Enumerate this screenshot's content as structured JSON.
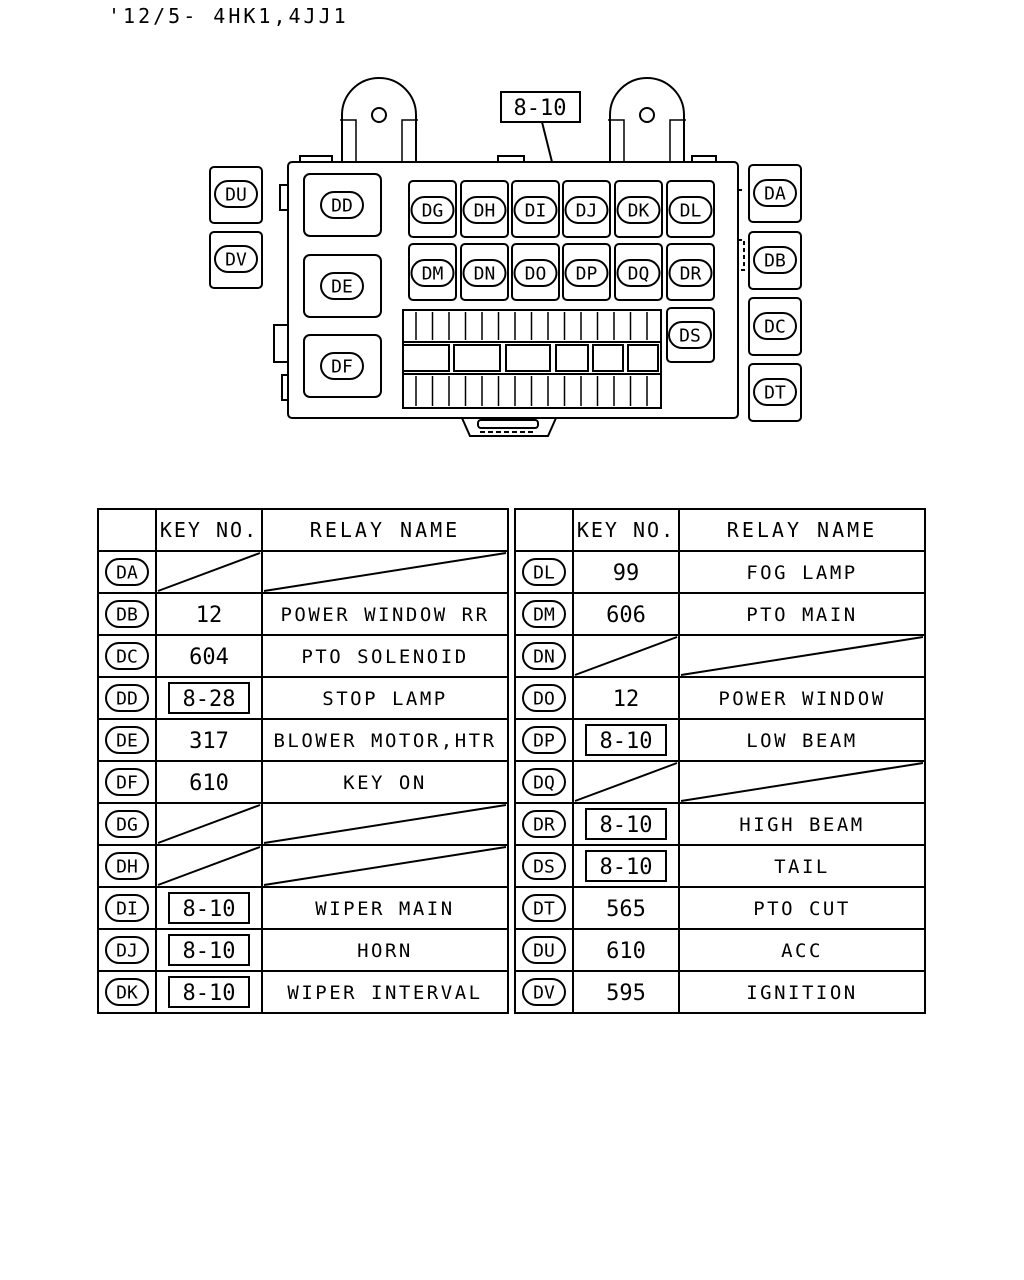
{
  "header": {
    "code": "'12/5- 4HK1,4JJ1"
  },
  "box_callout": "8-10",
  "relays_on_box": {
    "top_row": [
      "DG",
      "DH",
      "DI",
      "DJ",
      "DK",
      "DL"
    ],
    "middle_row": [
      "DM",
      "DN",
      "DO",
      "DP",
      "DQ",
      "DR"
    ],
    "left_column": [
      "DD",
      "DE",
      "DF"
    ],
    "right_inside": [
      "DS"
    ],
    "outside_left": [
      "DU",
      "DV"
    ],
    "outside_right": [
      "DA",
      "DB",
      "DC",
      "DT"
    ]
  },
  "table": {
    "headers": {
      "key_no": "KEY NO.",
      "relay_name": "RELAY NAME"
    },
    "left": [
      {
        "code": "DA",
        "key": "",
        "key_ref": false,
        "name": "",
        "empty": true
      },
      {
        "code": "DB",
        "key": "12",
        "key_ref": false,
        "name": "POWER WINDOW RR",
        "empty": false
      },
      {
        "code": "DC",
        "key": "604",
        "key_ref": false,
        "name": "PTO SOLENOID",
        "empty": false
      },
      {
        "code": "DD",
        "key": "8-28",
        "key_ref": true,
        "name": "STOP LAMP",
        "empty": false
      },
      {
        "code": "DE",
        "key": "317",
        "key_ref": false,
        "name": "BLOWER MOTOR,HTR",
        "empty": false
      },
      {
        "code": "DF",
        "key": "610",
        "key_ref": false,
        "name": "KEY ON",
        "empty": false
      },
      {
        "code": "DG",
        "key": "",
        "key_ref": false,
        "name": "",
        "empty": true
      },
      {
        "code": "DH",
        "key": "",
        "key_ref": false,
        "name": "",
        "empty": true
      },
      {
        "code": "DI",
        "key": "8-10",
        "key_ref": true,
        "name": "WIPER MAIN",
        "empty": false
      },
      {
        "code": "DJ",
        "key": "8-10",
        "key_ref": true,
        "name": "HORN",
        "empty": false
      },
      {
        "code": "DK",
        "key": "8-10",
        "key_ref": true,
        "name": "WIPER INTERVAL",
        "empty": false
      }
    ],
    "right": [
      {
        "code": "DL",
        "key": "99",
        "key_ref": false,
        "name": "FOG LAMP",
        "empty": false
      },
      {
        "code": "DM",
        "key": "606",
        "key_ref": false,
        "name": "PTO MAIN",
        "empty": false
      },
      {
        "code": "DN",
        "key": "",
        "key_ref": false,
        "name": "",
        "empty": true
      },
      {
        "code": "DO",
        "key": "12",
        "key_ref": false,
        "name": "POWER WINDOW",
        "empty": false
      },
      {
        "code": "DP",
        "key": "8-10",
        "key_ref": true,
        "name": "LOW BEAM",
        "empty": false
      },
      {
        "code": "DQ",
        "key": "",
        "key_ref": false,
        "name": "",
        "empty": true
      },
      {
        "code": "DR",
        "key": "8-10",
        "key_ref": true,
        "name": "HIGH BEAM",
        "empty": false
      },
      {
        "code": "DS",
        "key": "8-10",
        "key_ref": true,
        "name": "TAIL",
        "empty": false
      },
      {
        "code": "DT",
        "key": "565",
        "key_ref": false,
        "name": "PTO CUT",
        "empty": false
      },
      {
        "code": "DU",
        "key": "610",
        "key_ref": false,
        "name": "ACC",
        "empty": false
      },
      {
        "code": "DV",
        "key": "595",
        "key_ref": false,
        "name": "IGNITION",
        "empty": false
      }
    ]
  }
}
